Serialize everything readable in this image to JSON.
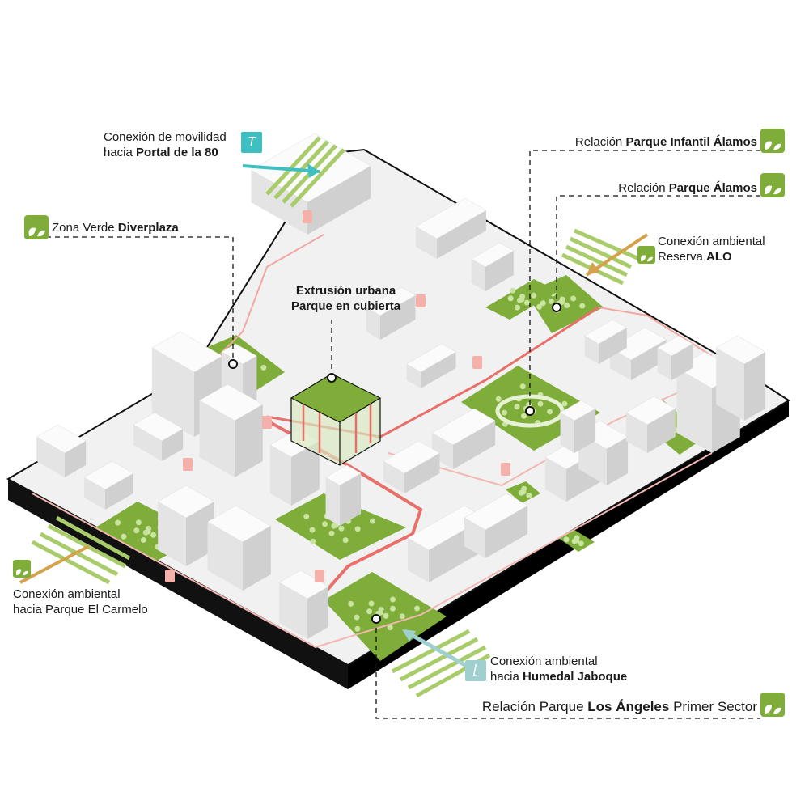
{
  "labels": {
    "movilidad": {
      "line1": "Conexión de movilidad",
      "line2_prefix": "hacia ",
      "line2_bold": "Portal de la 80"
    },
    "diverplaza": {
      "prefix": "Zona Verde ",
      "bold": "Diverplaza"
    },
    "extrusion": {
      "line1": "Extrusión urbana",
      "line2": "Parque en cubierta"
    },
    "infantil": {
      "prefix": "Relación ",
      "bold": "Parque Infantil Álamos"
    },
    "alamos": {
      "prefix": "Relación ",
      "bold": "Parque Álamos"
    },
    "alo": {
      "line1": "Conexión ambiental",
      "line2_prefix": "Reserva ",
      "line2_bold": "ALO"
    },
    "carmelo": {
      "line1": "Conexión ambiental",
      "line2": "hacia Parque El Carmelo"
    },
    "jaboque": {
      "line1": "Conexión ambiental",
      "line2_prefix": "hacia ",
      "line2_bold": "Humedal Jaboque"
    },
    "losangeles": {
      "prefix": "Relación Parque ",
      "bold": "Los Ángeles",
      "suffix": " Primer Sector"
    }
  },
  "icons": {
    "park": "leaf-icon",
    "transit": "transit-icon",
    "wetland": "wetland-icon",
    "pedestrian": "pedestrian-icon"
  },
  "colors": {
    "green": "#7fad3a",
    "route": "#e8706a",
    "teal": "#3fbfc2",
    "orange": "#d4a24a",
    "base": "#111111"
  }
}
